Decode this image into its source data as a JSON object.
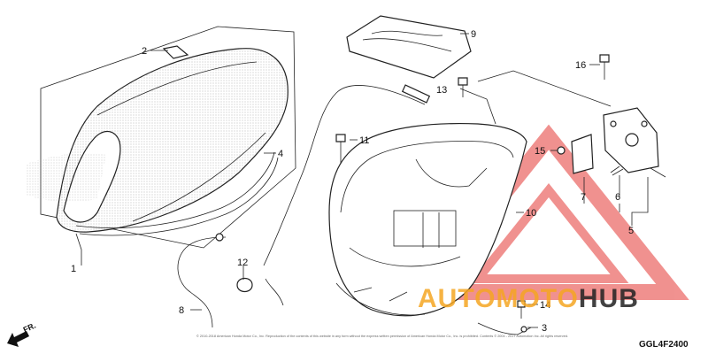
{
  "diagram": {
    "part_code": "GGL4F2400",
    "front_label": "FR.",
    "copyright": "© 2010-2018 American Honda Motor Co., Inc. Reproduction of the contents of this website in any form without the express written permission of American Honda Motor Co., Inc. is prohibited. Contents © 2004 - 2017 Automotion Inc. All rights reserved.",
    "watermark": {
      "auto": "AUTO",
      "moto": "MOTO",
      "hub": "HUB",
      "color_orange": "#f5a623",
      "color_dark": "#222222",
      "color_red": "#e53935"
    },
    "callouts": [
      {
        "id": "1",
        "label": "1"
      },
      {
        "id": "2",
        "label": "2"
      },
      {
        "id": "3",
        "label": "3"
      },
      {
        "id": "4",
        "label": "4"
      },
      {
        "id": "5",
        "label": "5"
      },
      {
        "id": "6",
        "label": "6"
      },
      {
        "id": "7",
        "label": "7"
      },
      {
        "id": "8",
        "label": "8"
      },
      {
        "id": "9",
        "label": "9"
      },
      {
        "id": "10",
        "label": "10"
      },
      {
        "id": "11",
        "label": "11"
      },
      {
        "id": "12",
        "label": "12"
      },
      {
        "id": "13",
        "label": "13"
      },
      {
        "id": "14",
        "label": "14"
      },
      {
        "id": "15",
        "label": "15"
      },
      {
        "id": "16",
        "label": "16"
      }
    ]
  }
}
